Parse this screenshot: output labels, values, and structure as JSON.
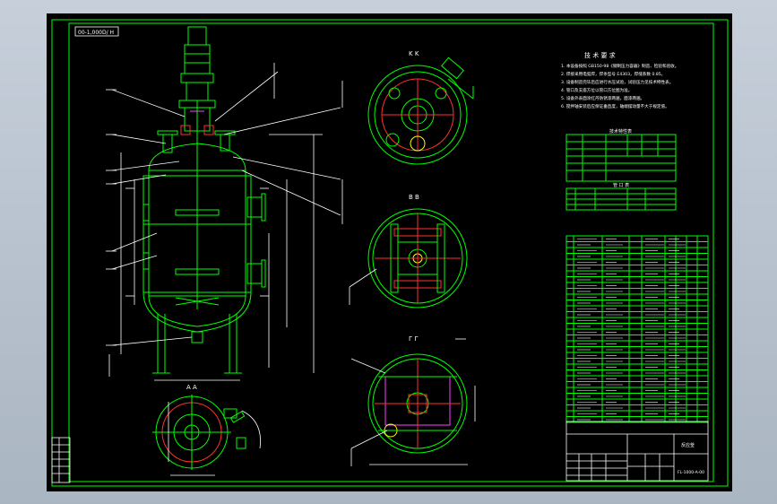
{
  "drawing": {
    "title_box": "00-1,000D/ H",
    "view_kk": "K  K",
    "view_bb": "B  B",
    "view_cc": "Г  Г",
    "view_aa": "A  A",
    "notes_title": "技  术  要  求",
    "notes": [
      "1. 本设备按照 GB150-98《钢制压力容器》制造、检验和验收。",
      "2. 焊接采用电弧焊，焊条型号 E4303，焊缝系数 0.85。",
      "3. 设备制造完毕后应进行水压试验，试验压力见技术特性表。",
      "4. 管口及支座方位以管口方位图为准。",
      "5. 设备外表面涂红丹防锈漆两遍，面漆两遍。",
      "6. 搅拌轴安装后应保证垂直度，轴端摆动量不大于规定值。"
    ],
    "spec_title": "技术特性表",
    "nozzle_title": "管  口  表",
    "parts_title": "明  细  表",
    "title_block": {
      "name": "反应釜",
      "code": "FL-1000-A-00"
    }
  },
  "colors": {
    "line": "#00ff00",
    "text": "#ffffff",
    "accent_red": "#ff3030",
    "accent_magenta": "#ff40ff",
    "background": "#000000",
    "frame_bg": "#b9c3cf"
  }
}
